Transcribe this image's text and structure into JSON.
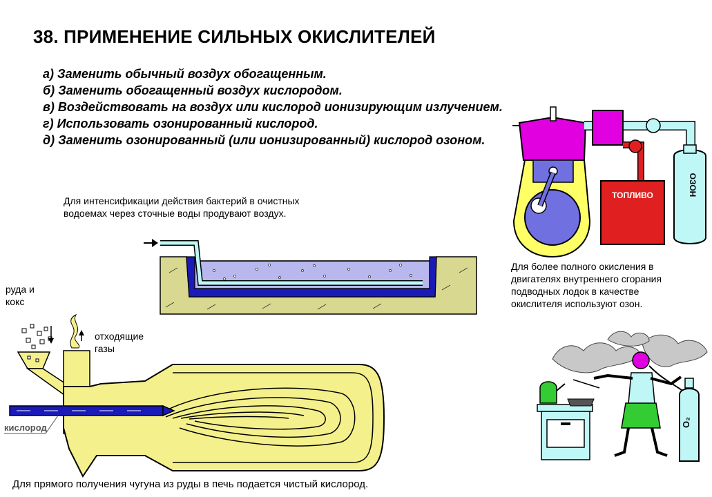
{
  "title": "38. ПРИМЕНЕНИЕ СИЛЬНЫХ ОКИСЛИТЕЛЕЙ",
  "methods": [
    "а) Заменить обычный воздух обогащенным.",
    "б) Заменить обогащенный воздух кислородом.",
    "в) Воздействовать на воздух или кислород ионизирующим  излучением.",
    "г) Использовать озонированный кислород.",
    "д) Заменить озонированный (или ионизированный) кислород озоном."
  ],
  "captions": {
    "bacteria": [
      "Для интенсификации действия бактерий в очистных",
      "водоемах через сточные воды продувают воздух."
    ],
    "engine": [
      "Для более полного окисления в",
      "двигателях внутреннего сгорания",
      "подводных лодок в качестве",
      "окислителя используют озон."
    ],
    "furnace": "Для прямого получения чугуна из руды в печь подается чистый кислород."
  },
  "labels": {
    "ore_coke": [
      "руда и",
      "кокс"
    ],
    "exhaust": [
      "отходящие",
      "газы"
    ],
    "oxygen": "кислород",
    "fuel": "ТОПЛИВО",
    "ozone": "ОЗОН",
    "o2": "O₂"
  },
  "colors": {
    "magenta": "#e000e0",
    "yellow": "#ffff66",
    "red": "#e02020",
    "cyan": "#bff7f7",
    "blue": "#1a1ab8",
    "purple": "#7070e0",
    "pale_yellow": "#f4f08c",
    "green": "#33cc33"
  }
}
